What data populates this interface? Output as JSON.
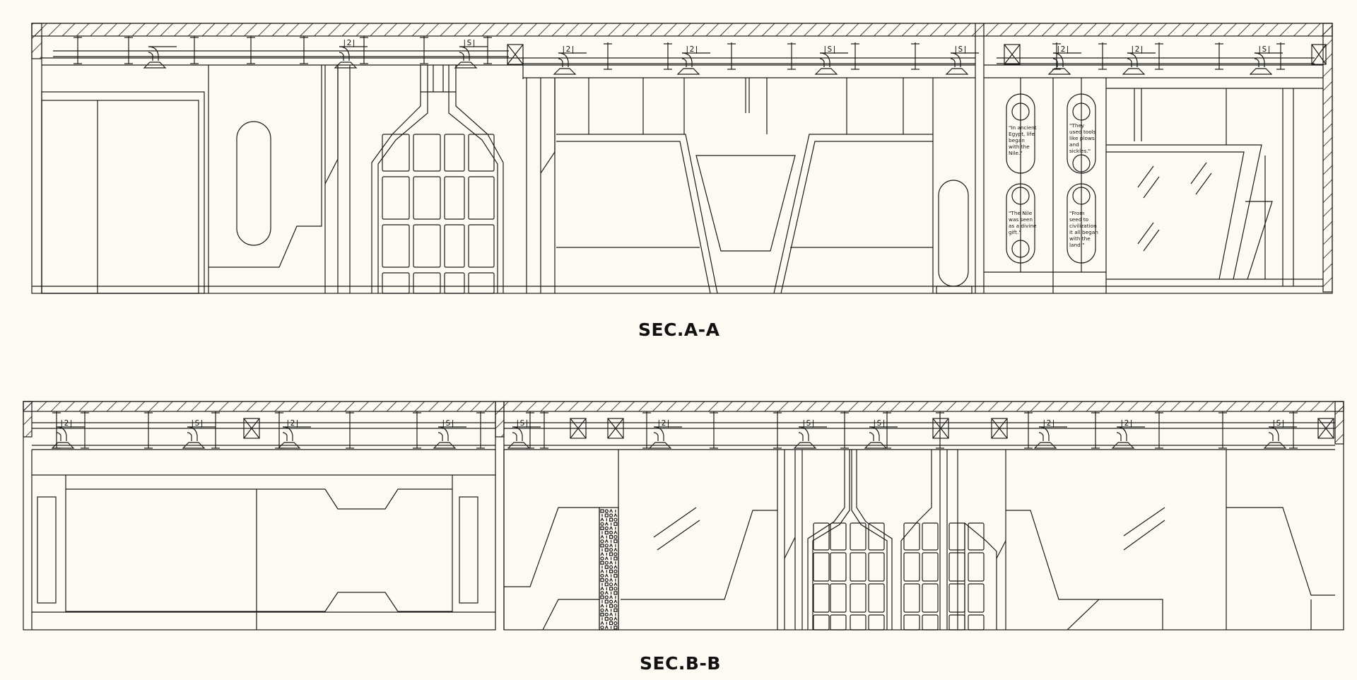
{
  "sections": [
    {
      "id": "a",
      "title": "SEC.A-A"
    },
    {
      "id": "b",
      "title": "SEC.B-B"
    }
  ],
  "panel_quotes": [
    {
      "id": "q1",
      "lines": [
        "\"In ancient",
        "Egypt, life",
        "began",
        "with the",
        "Nile.\""
      ]
    },
    {
      "id": "q2",
      "lines": [
        "\"They",
        "used tools",
        "like plows",
        "and",
        "sickles.\""
      ]
    },
    {
      "id": "q3",
      "lines": [
        "\"The Nile",
        "was seen",
        "as a divine",
        "gift.\""
      ]
    },
    {
      "id": "q4",
      "lines": [
        "\"From",
        "seed to",
        "civilization",
        "it all began",
        "with the",
        "land.\""
      ]
    }
  ],
  "duct_labels": [
    "|2|",
    "|S|"
  ],
  "colors": {
    "background": "#fcfaf3",
    "line": "#1a1a1a"
  }
}
